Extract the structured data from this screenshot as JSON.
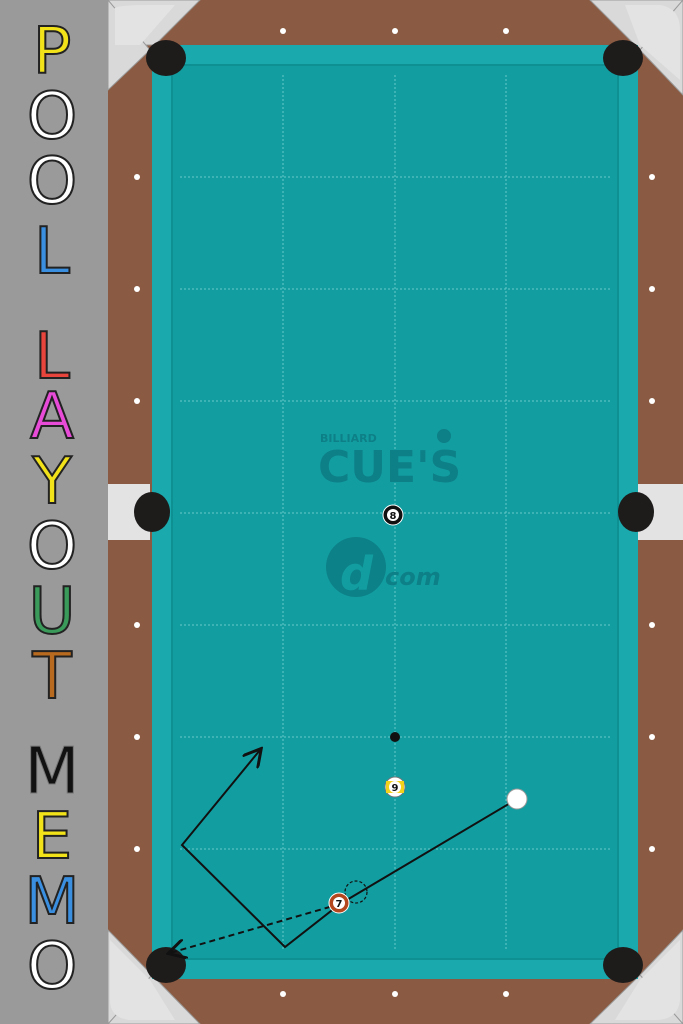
{
  "side_title": {
    "text": "POOLLAYOUTMEMO",
    "letters": [
      {
        "char": "P",
        "color": "#f2e21a"
      },
      {
        "char": "O",
        "color": "#ffffff"
      },
      {
        "char": "O",
        "color": "#ffffff"
      },
      {
        "char": "L",
        "color": "#3a8fe0"
      },
      {
        "char": "L",
        "color": "#e8453c"
      },
      {
        "char": "A",
        "color": "#e84bd8"
      },
      {
        "char": "Y",
        "color": "#f2e21a"
      },
      {
        "char": "O",
        "color": "#ffffff"
      },
      {
        "char": "U",
        "color": "#3a9a5a"
      },
      {
        "char": "T",
        "color": "#b86a1e"
      },
      {
        "char": "M",
        "color": "#111111"
      },
      {
        "char": "E",
        "color": "#f2e21a"
      },
      {
        "char": "M",
        "color": "#3a8fe0"
      },
      {
        "char": "O",
        "color": "#ffffff"
      }
    ]
  },
  "watermark": {
    "small": "BILLIARD",
    "main": "CUE'S",
    "sub": "com",
    "logo_letter": "d"
  },
  "balls": [
    {
      "id": "8",
      "label": "8",
      "color": "#111111",
      "kind": "solid"
    },
    {
      "id": "9",
      "label": "9",
      "color": "#f2d21a",
      "kind": "stripe"
    },
    {
      "id": "7",
      "label": "7",
      "color": "#b5471e",
      "kind": "solid"
    },
    {
      "id": "cue",
      "label": "",
      "color": "#ffffff",
      "kind": "cue"
    }
  ],
  "colors": {
    "cloth": "#129ea1",
    "rail_cushion": "#1aa9ac",
    "wood": "#8a5b42",
    "corner": "#d9d9d9",
    "pocket": "#1e1b1b",
    "background": "#9c9c9c"
  },
  "markers": {
    "spot": "foot-spot-dot",
    "ghost_ball": "dashed-ghost-ball"
  },
  "paths": {
    "object_ball": "dashed-arrow-to-pocket",
    "cue_ball": "solid-arrow-three-rail"
  }
}
